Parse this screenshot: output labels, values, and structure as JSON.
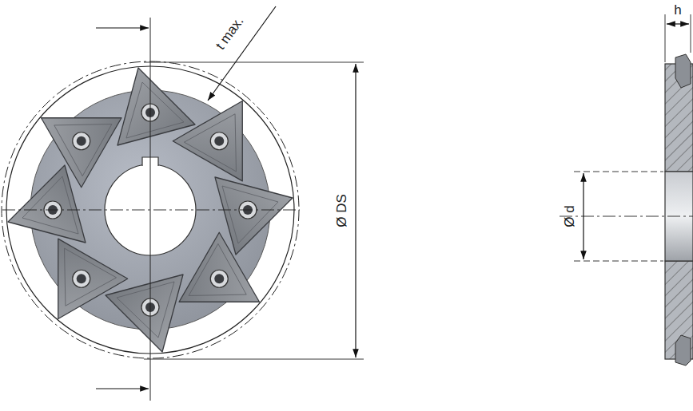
{
  "diagram": {
    "labels": [
      "t max.",
      "Ø DS",
      "h",
      "Ø d"
    ]
  }
}
